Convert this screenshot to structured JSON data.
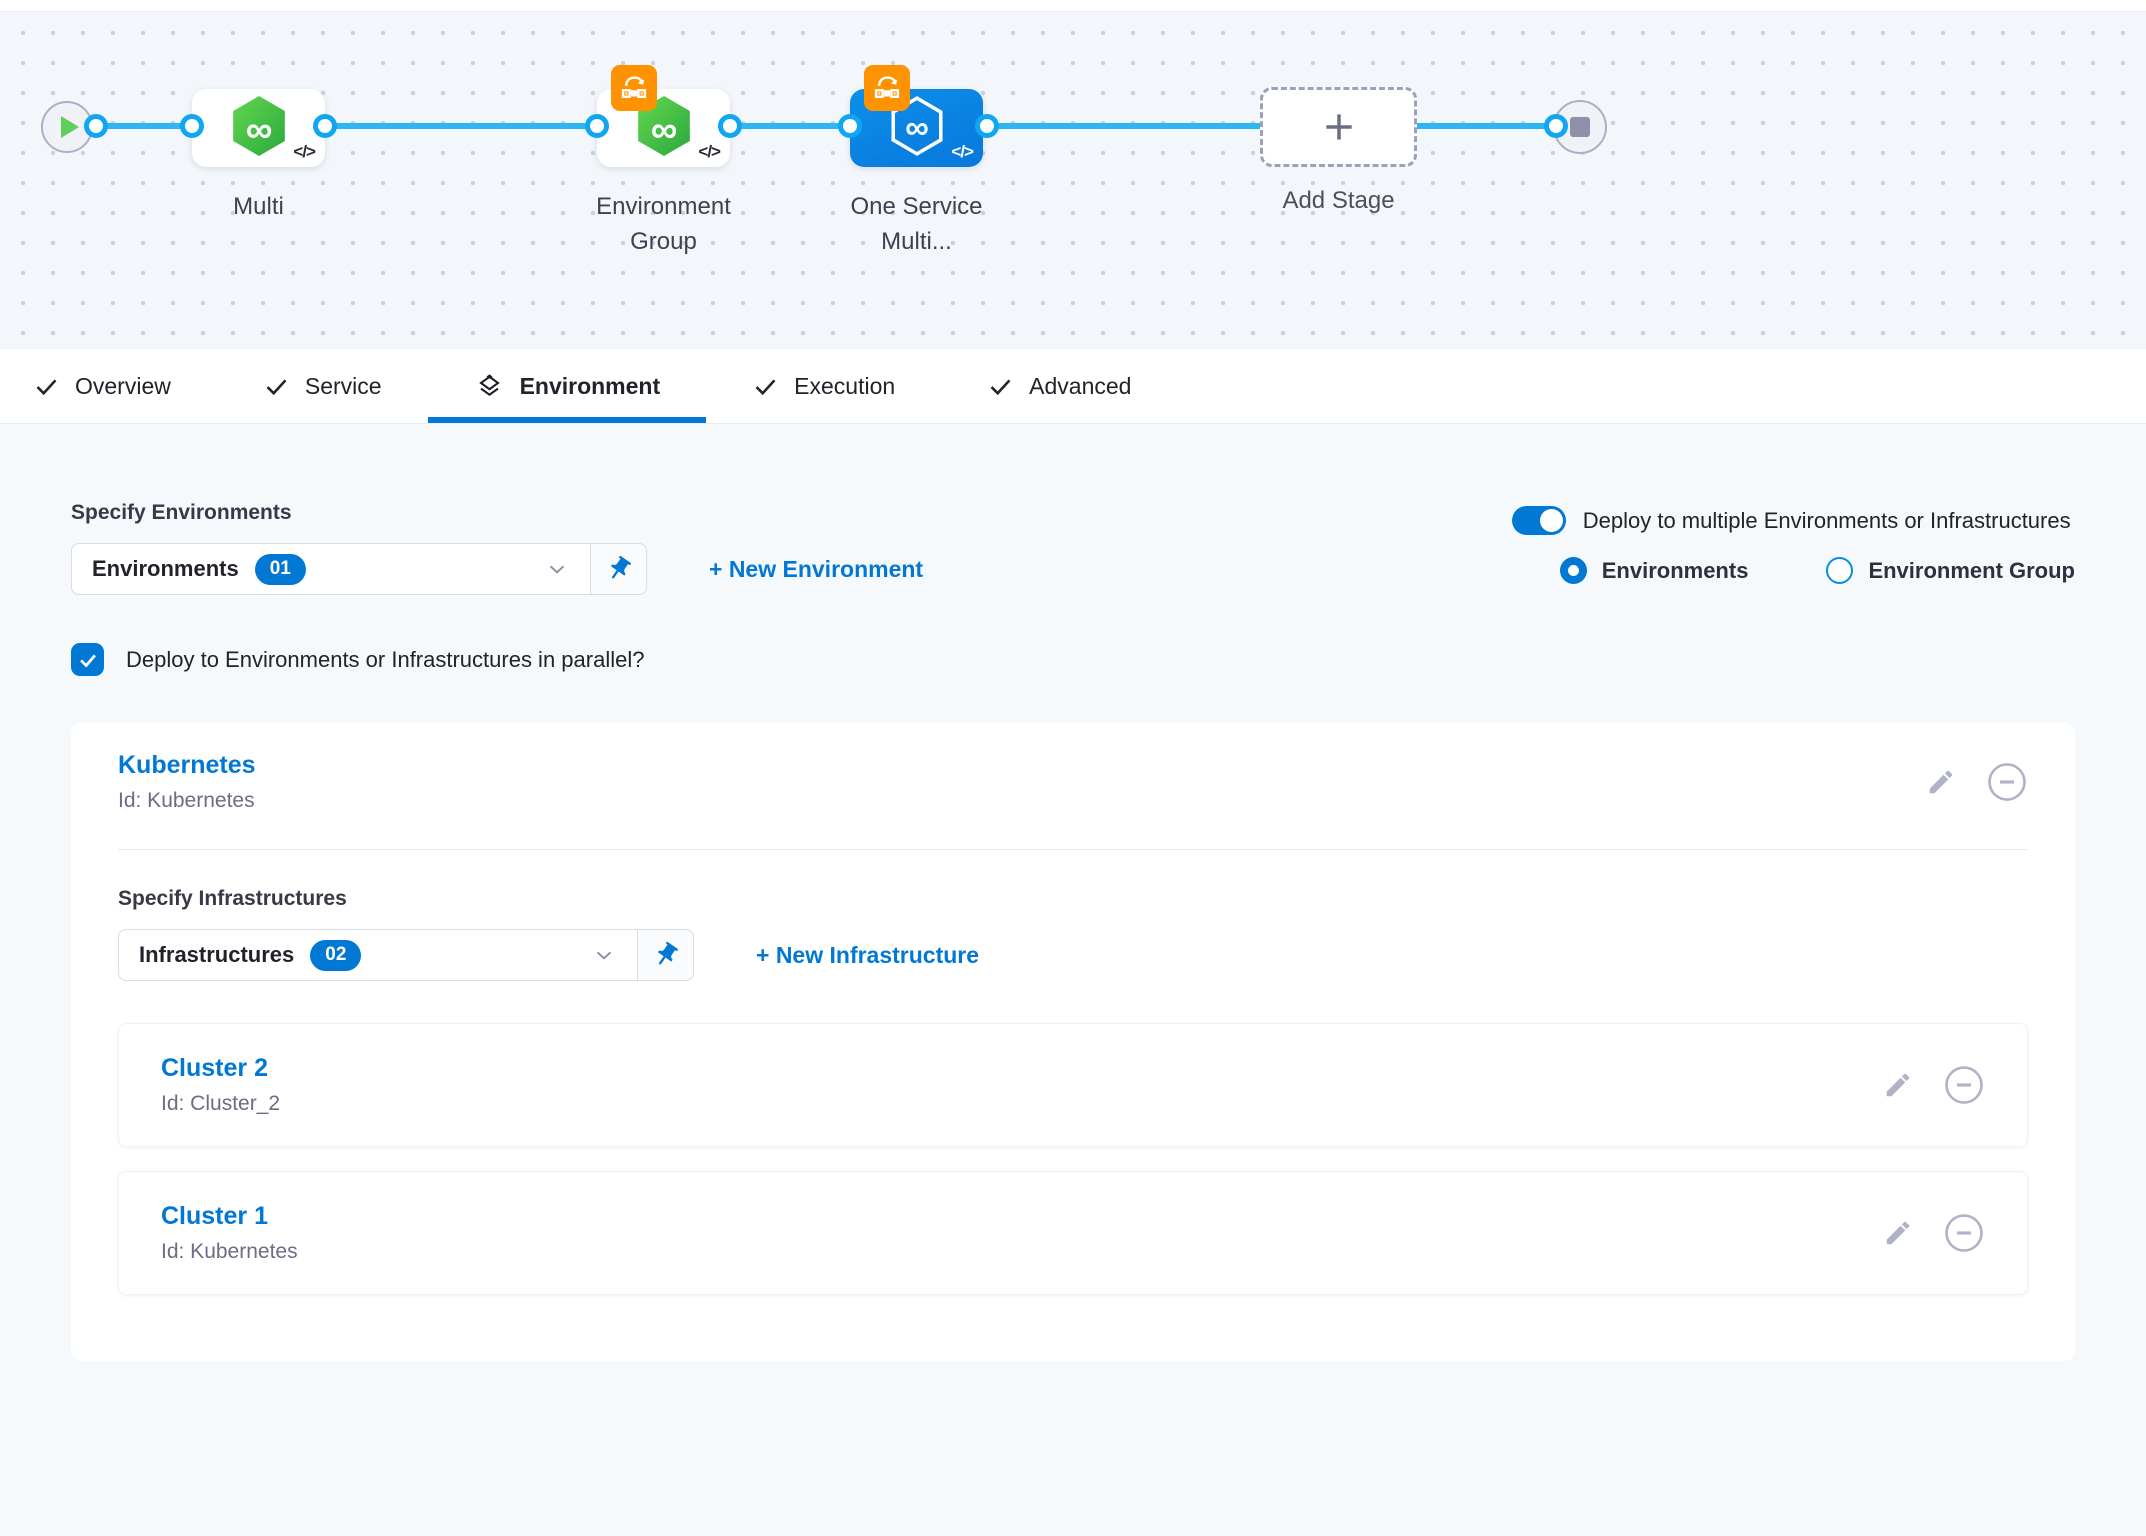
{
  "pipeline": {
    "stages": [
      {
        "label": "Multi"
      },
      {
        "label": "Environment Group"
      },
      {
        "label": "One Service Multi..."
      }
    ],
    "add_stage_label": "Add Stage",
    "code_glyph": "</>"
  },
  "tabs": {
    "overview": "Overview",
    "service": "Service",
    "environment": "Environment",
    "execution": "Execution",
    "advanced": "Advanced",
    "active_tab": "Environment"
  },
  "environment_tab": {
    "specify_environments_label": "Specify Environments",
    "environments_dropdown_label": "Environments",
    "environments_dropdown_count": "01",
    "new_environment_link": "+ New Environment",
    "deploy_multiple_label": "Deploy to multiple Environments or Infrastructures",
    "deploy_multiple_on": true,
    "radio_environments_label": "Environments",
    "radio_environments_selected": true,
    "radio_environment_group_label": "Environment Group",
    "radio_environment_group_selected": false,
    "parallel_checkbox_label": "Deploy to Environments or Infrastructures in parallel?",
    "parallel_checkbox_checked": true,
    "environment": {
      "name": "Kubernetes",
      "id": "Id: Kubernetes"
    },
    "specify_infrastructures_label": "Specify Infrastructures",
    "infrastructures_dropdown_label": "Infrastructures",
    "infrastructures_dropdown_count": "02",
    "new_infrastructure_link": "+ New Infrastructure",
    "infrastructures": [
      {
        "name": "Cluster 2",
        "id": "Id: Cluster_2"
      },
      {
        "name": "Cluster 1",
        "id": "Id: Kubernetes"
      }
    ]
  },
  "colors": {
    "primary_blue": "#0278d5",
    "connector_blue": "#2bb8f1",
    "node_green": "#42b84a",
    "badge_orange": "#ff9200",
    "icon_gray": "#b0b2c6"
  }
}
